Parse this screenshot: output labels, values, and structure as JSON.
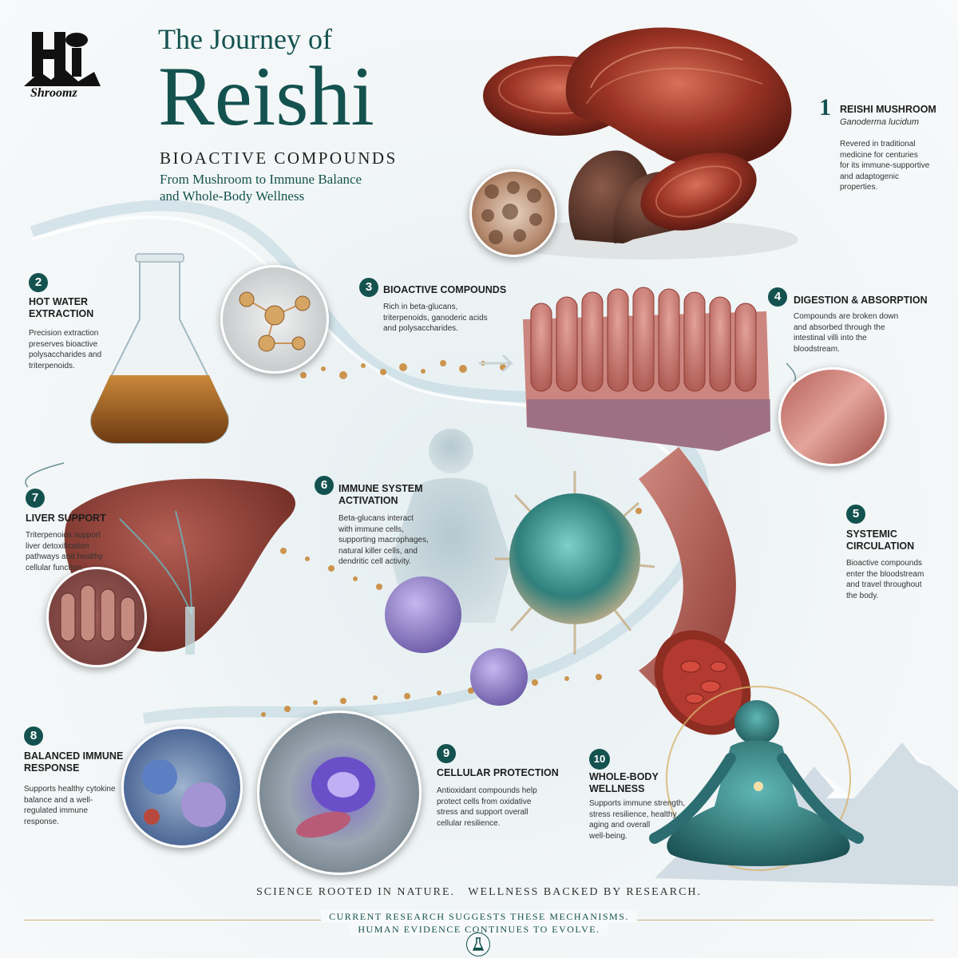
{
  "brand": {
    "logo_text": "Shroomz"
  },
  "header": {
    "title_line1": "The Journey of",
    "title_main": "Reishi",
    "subtitle": "BIOACTIVE COMPOUNDS",
    "tagline_line1": "From Mushroom to Immune Balance",
    "tagline_line2": "and Whole-Body Wellness"
  },
  "steps": [
    {
      "number": "1",
      "title": "REISHI MUSHROOM",
      "subtitle": "Ganoderma lucidum",
      "text": [
        "Revered in traditional",
        "medicine for centuries",
        "for its immune-supportive",
        "and adaptogenic",
        "properties."
      ]
    },
    {
      "number": "2",
      "title": [
        "HOT WATER",
        "EXTRACTION"
      ],
      "text": [
        "Precision extraction",
        "preserves bioactive",
        "polysaccharides and",
        "triterpenoids."
      ]
    },
    {
      "number": "3",
      "title": [
        "BIOACTIVE COMPOUNDS"
      ],
      "text": [
        "Rich in beta-glucans,",
        "triterpenoids, ganoderic acids",
        "and polysaccharides."
      ]
    },
    {
      "number": "4",
      "title": [
        "DIGESTION & ABSORPTION"
      ],
      "text": [
        "Compounds are broken down",
        "and absorbed through the",
        "intestinal villi into the",
        "bloodstream."
      ]
    },
    {
      "number": "5",
      "title": [
        "SYSTEMIC",
        "CIRCULATION"
      ],
      "text": [
        "Bioactive compounds",
        "enter the bloodstream",
        "and travel throughout",
        "the body."
      ]
    },
    {
      "number": "6",
      "title": [
        "IMMUNE SYSTEM",
        "ACTIVATION"
      ],
      "text": [
        "Beta-glucans interact",
        "with immune cells,",
        "supporting macrophages,",
        "natural killer cells, and",
        "dendritic cell activity."
      ]
    },
    {
      "number": "7",
      "title": [
        "LIVER SUPPORT"
      ],
      "text": [
        "Triterpenoids support",
        "liver detoxification",
        "pathways and healthy",
        "cellular function."
      ]
    },
    {
      "number": "8",
      "title": [
        "BALANCED IMMUNE",
        "RESPONSE"
      ],
      "text": [
        "Supports healthy cytokine",
        "balance and a well-",
        "regulated immune",
        "response."
      ]
    },
    {
      "number": "9",
      "title": [
        "CELLULAR PROTECTION"
      ],
      "text": [
        "Antioxidant compounds help",
        "protect cells from oxidative",
        "stress and support overall",
        "cellular resilience."
      ]
    },
    {
      "number": "10",
      "title": [
        "WHOLE-BODY",
        "WELLNESS"
      ],
      "text": [
        "Supports immune strength,",
        "stress resilience, healthy",
        "aging and overall",
        "well-being."
      ]
    }
  ],
  "footer": {
    "motto": "SCIENCE ROOTED IN NATURE.   WELLNESS BACKED BY RESEARCH.",
    "disclaimer_line1": "CURRENT RESEARCH SUGGESTS THESE MECHANISMS.",
    "disclaimer_line2": "HUMAN EVIDENCE CONTINUES TO EVOLVE."
  },
  "colors": {
    "teal": "#14524f",
    "reishi_red": "#8e2d22",
    "tissue_pink": "#c98078",
    "bead_gold": "#c98a3c",
    "immune_purple": "#8b7bc4",
    "immune_teal": "#3f9a98"
  }
}
